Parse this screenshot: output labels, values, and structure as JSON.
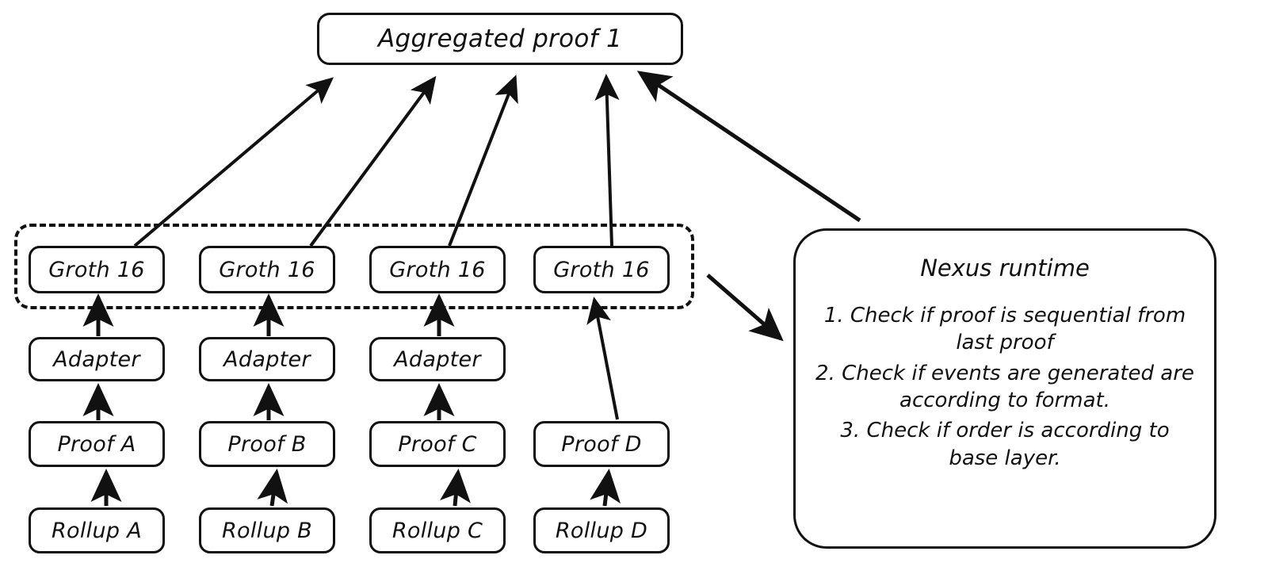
{
  "diagram": {
    "title_box": {
      "label": "Aggregated proof 1"
    },
    "dashed_group": {
      "label": ""
    },
    "columns": [
      {
        "id": "a",
        "groth": "Groth 16",
        "adapter": "Adapter",
        "proof": "Proof A",
        "rollup": "Rollup A"
      },
      {
        "id": "b",
        "groth": "Groth 16",
        "adapter": "Adapter",
        "proof": "Proof B",
        "rollup": "Rollup B"
      },
      {
        "id": "c",
        "groth": "Groth 16",
        "adapter": "Adapter",
        "proof": "Proof C",
        "rollup": "Rollup C"
      },
      {
        "id": "d",
        "groth": "Groth 16",
        "adapter": null,
        "proof": "Proof D",
        "rollup": "Rollup D"
      }
    ],
    "nexus": {
      "title": "Nexus runtime",
      "items": [
        "1. Check if proof is sequential from last proof",
        "2. Check if events are generated are according to format.",
        "3. Check if order is according to base layer."
      ]
    },
    "colors": {
      "stroke": "#111111",
      "background": "#ffffff"
    }
  }
}
